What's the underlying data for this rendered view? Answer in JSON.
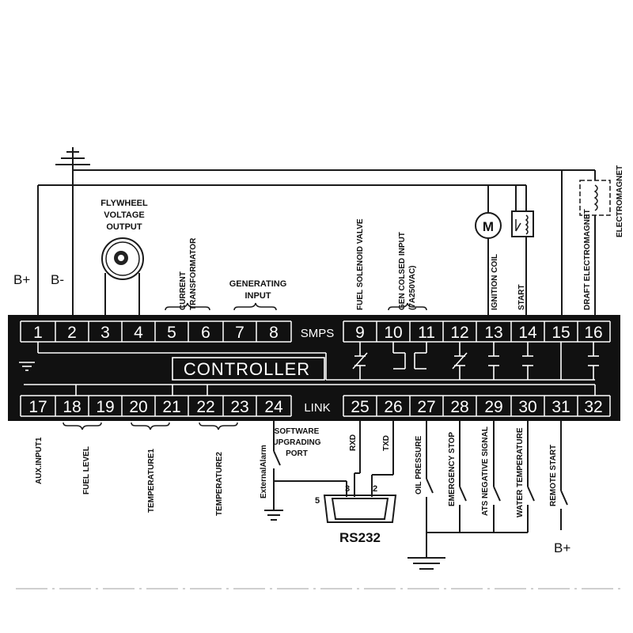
{
  "terminals_top": [
    "1",
    "2",
    "3",
    "4",
    "5",
    "6",
    "7",
    "8",
    "9",
    "10",
    "11",
    "12",
    "13",
    "14",
    "15",
    "16"
  ],
  "terminals_bottom": [
    "17",
    "18",
    "19",
    "20",
    "21",
    "22",
    "23",
    "24",
    "25",
    "26",
    "27",
    "28",
    "29",
    "30",
    "31",
    "32"
  ],
  "controller_label": "CONTROLLER",
  "smps_label": "SMPS",
  "link_label": "LINK",
  "labels": {
    "b_plus_left": "B+",
    "b_minus": "B-",
    "flywheel_1": "FLYWHEEL",
    "flywheel_2": "VOLTAGE",
    "flywheel_3": "OUTPUT",
    "current_1": "CURRENT",
    "current_2": "TRANSFORMATOR",
    "generating_1": "GENERATING",
    "generating_2": "INPUT",
    "fuel_solenoid": "FUEL SOLENOID VALVE",
    "gen_closed_1": "GEN COLSED INPUT",
    "gen_closed_2": "(7A250VAC)",
    "ignition_coil": "IGNITION COIL",
    "start": "START",
    "draft_electromagnet": "DRAFT ELECTROMAGNET",
    "electromagnet": "ELECTROMAGNET",
    "motor": "M",
    "aux_input": "AUX.INPUT1",
    "fuel_level": "FUEL LEVEL",
    "temperature1": "TEMPERATURE1",
    "temperature2": "TEMPERATURE2",
    "external_alarm": "ExternalAlarm",
    "software_1": "SOFTWARE",
    "software_2": "UPGRADING",
    "software_3": "PORT",
    "rxd": "RXD",
    "txd": "TXD",
    "oil_pressure": "OIL PRESSURE",
    "emergency_stop": "EMERGENCY STOP",
    "ats_negative": "ATS NEGATIVE SIGNAL",
    "water_temperature": "WATER TEMPERATURE",
    "remote_start": "REMOTE START",
    "b_plus_bottom": "B+",
    "rs232": "RS232",
    "pin3": "3",
    "pin2": "2",
    "pin5": "5"
  }
}
